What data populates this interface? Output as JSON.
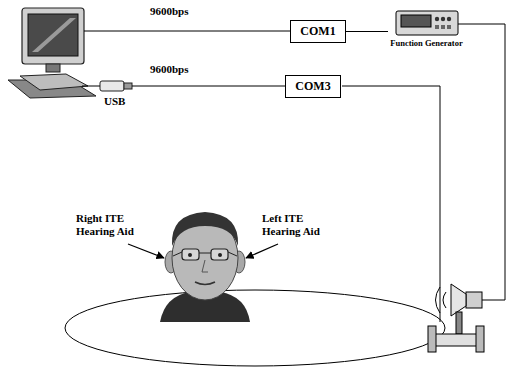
{
  "diagram": {
    "nodes": [
      {
        "text": [
          "COM1"
        ]
      },
      {
        "text": [
          "Function Generator"
        ]
      },
      {
        "text": [
          "COM3"
        ]
      }
    ],
    "edges": [
      {
        "from": 0,
        "to": 1,
        "arrow": "none"
      }
    ],
    "labels": [
      "9600bps",
      "9600bps",
      "USB",
      "Right ITE Hearing Aid",
      "Left ITE Hearing Aid"
    ]
  }
}
